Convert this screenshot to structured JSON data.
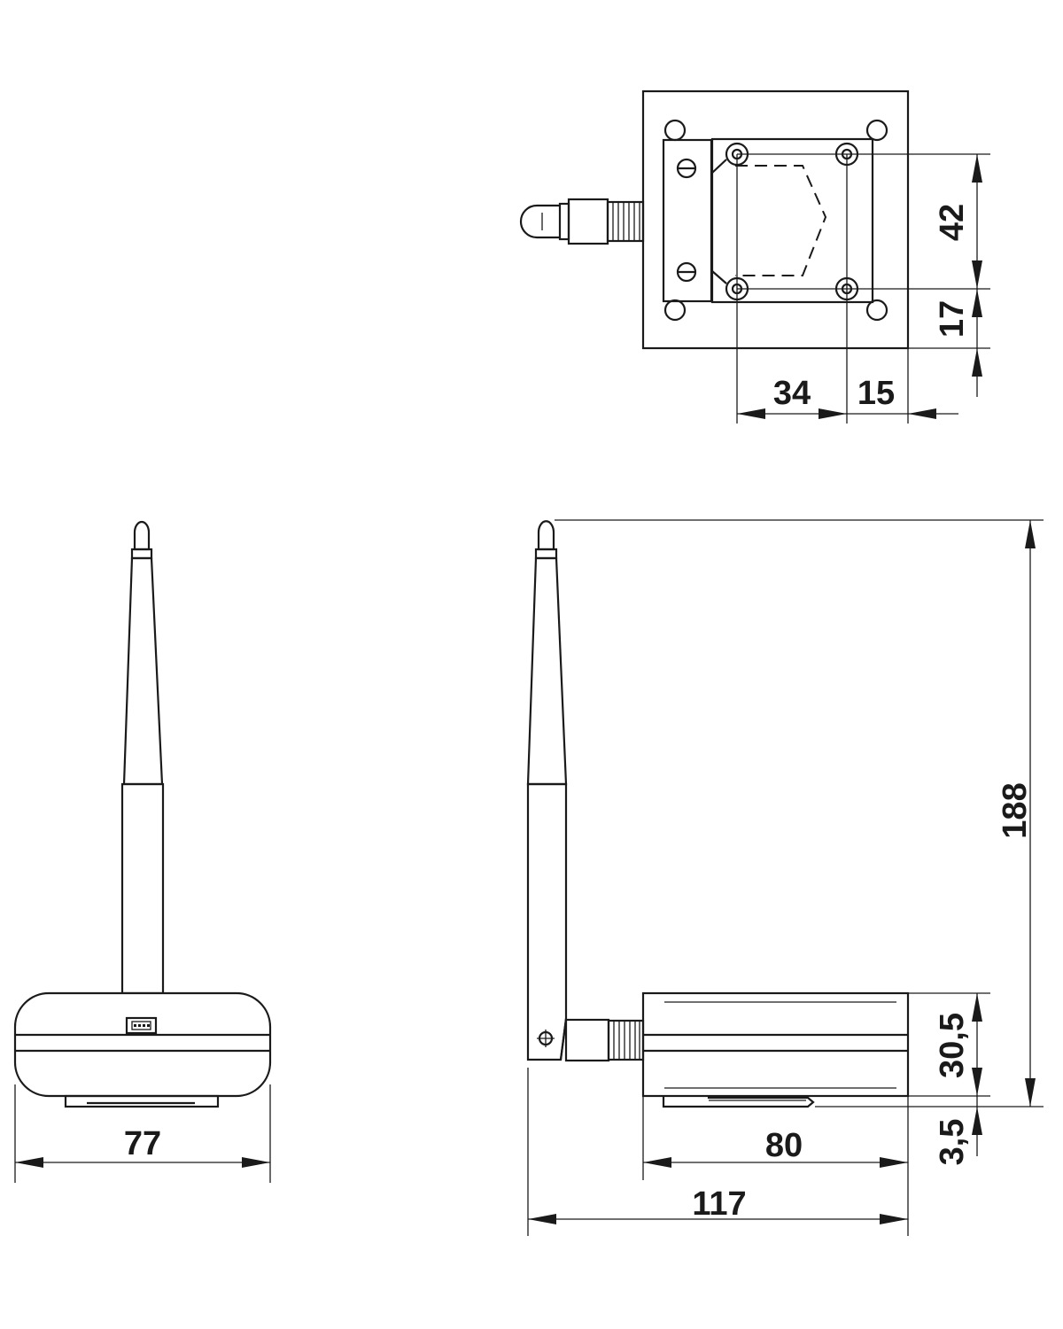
{
  "drawing": {
    "top_view": {
      "dim_hole_vertical": "42",
      "dim_edge_vertical": "17",
      "dim_hole_horizontal": "34",
      "dim_edge_horizontal": "15"
    },
    "front_view": {
      "dim_width": "77"
    },
    "side_view": {
      "dim_total_height": "188",
      "dim_body_height": "30,5",
      "dim_foot_height": "3,5",
      "dim_body_length": "80",
      "dim_total_length": "117"
    }
  }
}
